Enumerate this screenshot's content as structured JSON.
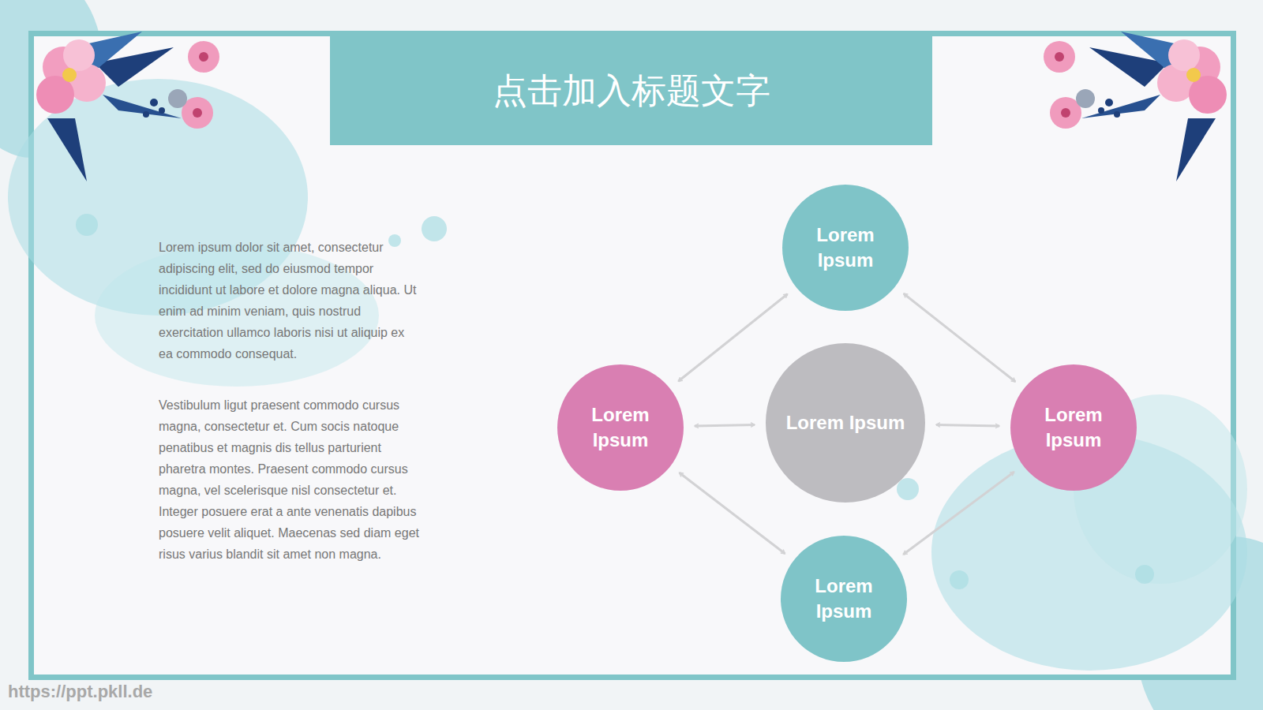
{
  "diagram": {
    "title": "点击加入标题文字",
    "nodes": [
      {
        "text": [
          "Lorem Ipsum"
        ]
      },
      {
        "text": [
          "Lorem Ipsum"
        ]
      },
      {
        "text": [
          "Lorem Ipsum"
        ]
      },
      {
        "text": [
          "Lorem Ipsum"
        ]
      },
      {
        "text": [
          "Lorem Ipsum"
        ]
      }
    ],
    "edges": [
      {
        "from": 1,
        "to": 0,
        "arrow": "both"
      },
      {
        "from": 0,
        "to": 3,
        "arrow": "both"
      },
      {
        "from": 1,
        "to": 2,
        "arrow": "both"
      },
      {
        "from": 2,
        "to": 3,
        "arrow": "both"
      },
      {
        "from": 1,
        "to": 4,
        "arrow": "both"
      },
      {
        "from": 4,
        "to": 3,
        "arrow": "both"
      }
    ],
    "labels": [
      "Lorem ipsum dolor sit amet, consectetur adipiscing elit, sed do eiusmod tempor incididunt ut labore et dolore magna aliqua. Ut enim ad minim veniam, quis nostrud exercitation ullamco laboris nisi ut aliquip ex ea commodo consequat.",
      "Vestibulum ligut praesent commodo cursus magna, consectetur et. Cum socis natoque penatibus et magnis dis tellus parturient pharetra montes. Praesent commodo cursus magna, vel scelerisque nisl consectetur et. Integer posuere erat a ante venenatis dapibus posuere velit aliquet. Maecenas sed diam eget risus varius blandit sit amet non magna.",
      "https://ppt.pkll.de"
    ]
  }
}
